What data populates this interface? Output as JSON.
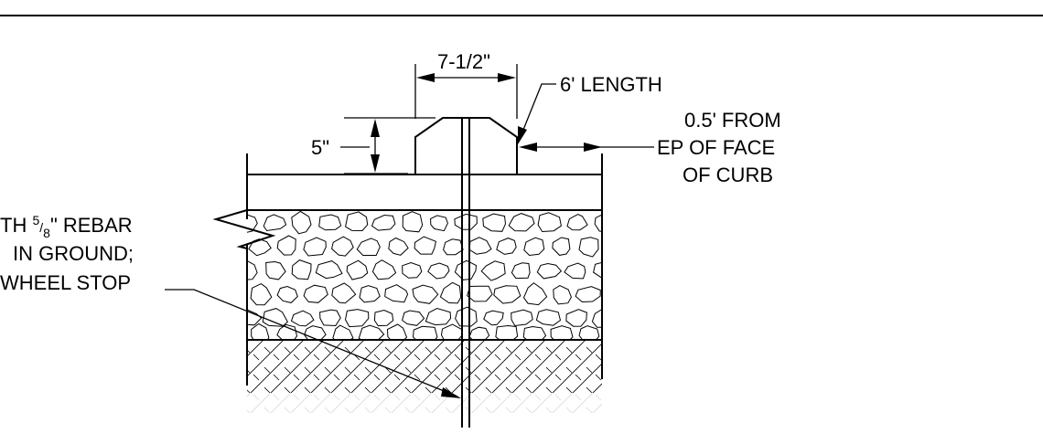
{
  "dimensions": {
    "width_dim": "7-1/2\"",
    "height_dim": "5\""
  },
  "callouts": {
    "length": "6' LENGTH",
    "offset_line1": "0.5' FROM",
    "offset_line2": "EP OF FACE",
    "offset_line3": "OF CURB",
    "rebar_line1_pre": "TH ",
    "rebar_frac_num": "5",
    "rebar_frac_den": "8",
    "rebar_line1_post": "\" REBAR",
    "rebar_line2": "IN GROUND;",
    "rebar_line3": "WHEEL STOP"
  },
  "colors": {
    "ink": "#000000",
    "background": "#ffffff"
  }
}
